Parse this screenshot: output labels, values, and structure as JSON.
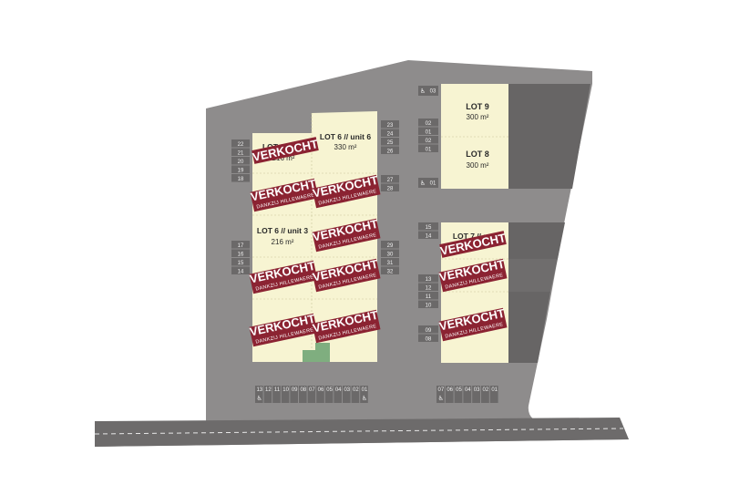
{
  "lots": {
    "lot9": {
      "title": "LOT 9",
      "area": "300 m²"
    },
    "lot8": {
      "title": "LOT 8",
      "area": "300 m²"
    },
    "lot6u6": {
      "title": "LOT 6 // unit 6",
      "area": "330 m²"
    },
    "lot6u3": {
      "title": "LOT 6 // unit 3",
      "area": "216 m²"
    },
    "lot6_topleft": {
      "title": "LOT 6",
      "area": "216 m²"
    },
    "lot7": {
      "title": "LOT 7 // uni"
    }
  },
  "stamps": {
    "sold": "VERKOCHT",
    "thanks": "DANKZIJ HILLEWAERE"
  },
  "parking": {
    "left_upper": [
      "22",
      "21",
      "20",
      "19",
      "18"
    ],
    "left_lower": [
      "17",
      "16",
      "15",
      "14"
    ],
    "mid_a": [
      "23",
      "24",
      "25",
      "26"
    ],
    "mid_b": [
      "27",
      "28"
    ],
    "mid_c": [
      "29",
      "30",
      "31",
      "32"
    ],
    "r_top": "03",
    "r_a": [
      "02",
      "01",
      "02",
      "01"
    ],
    "r_b": "01",
    "r_c": [
      "15",
      "14"
    ],
    "r_d": [
      "13",
      "12",
      "11",
      "10"
    ],
    "r_e": [
      "09",
      "08"
    ],
    "bottom_left": [
      "13",
      "12",
      "11",
      "10",
      "09",
      "08",
      "07",
      "06",
      "05",
      "04",
      "03",
      "02",
      "01"
    ],
    "bottom_right": [
      "07",
      "06",
      "05",
      "04",
      "03",
      "02",
      "01"
    ],
    "handicap_symbol": "♿"
  },
  "colors": {
    "ground": "#8e8c8c",
    "lot": "#f7f4d2",
    "building_dark": "#676565",
    "stamp": "#8b2332",
    "green": "#7fae7f",
    "road_dark": "#6d6b6b"
  }
}
